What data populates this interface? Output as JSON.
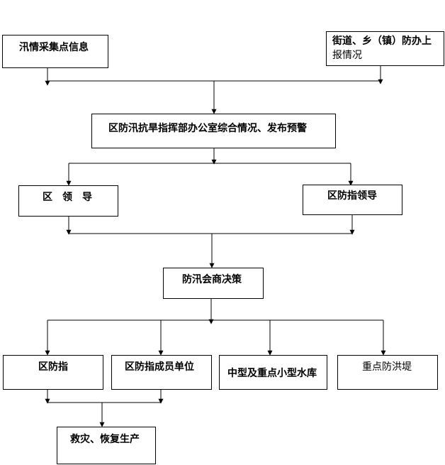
{
  "nodes": {
    "flood_info": "汛情采集点信息",
    "street_report_line1": "街道、乡（镇）防办上",
    "street_report_line2": "报情况",
    "command_office": "区防汛抗旱指挥部办公室综合情况、发布预警",
    "district_leader": "区　领　导",
    "command_leader": "区防指领导",
    "consultation": "防汛会商决策",
    "district_command": "区防指",
    "member_units": "区防指成员单位",
    "reservoirs": "中型及重点小型水库",
    "dikes": "重点防洪堤",
    "relief": "救灾、恢复生产"
  }
}
